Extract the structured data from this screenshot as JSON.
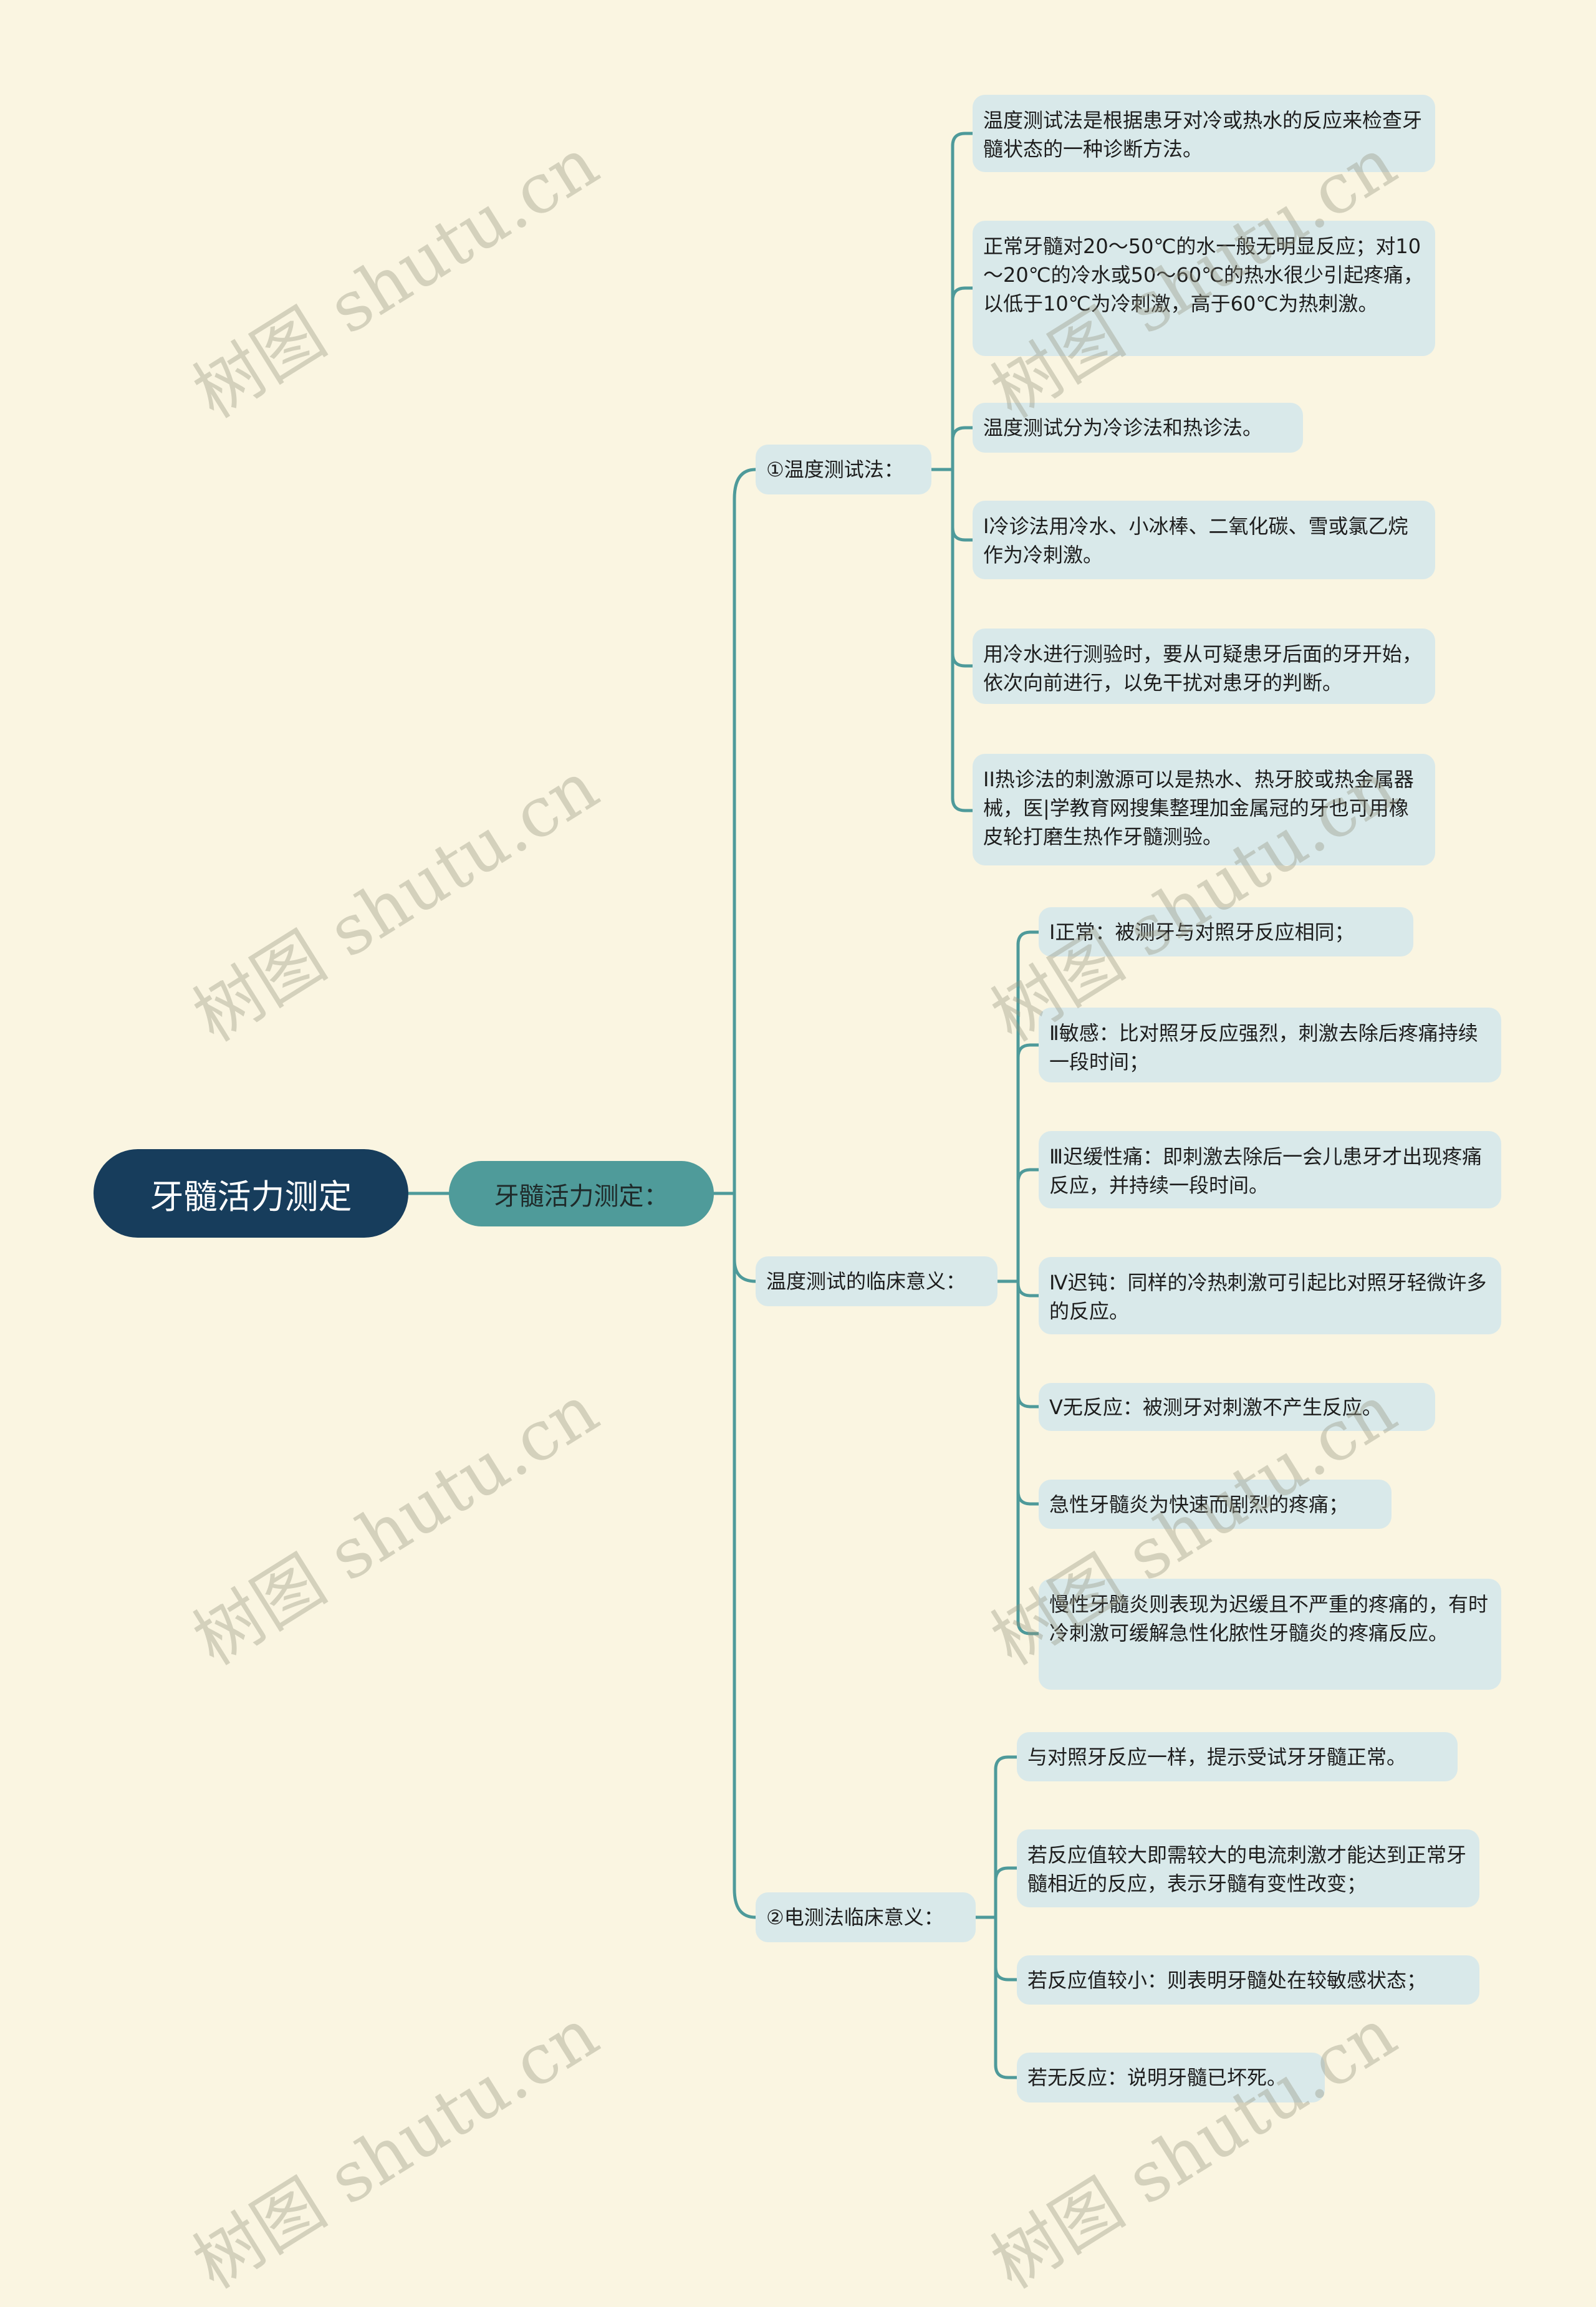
{
  "root": {
    "label": "牙髓活力测定"
  },
  "level1": {
    "label": "牙髓活力测定："
  },
  "sections": [
    {
      "label": "①温度测试法：",
      "items": [
        "温度测试法是根据患牙对冷或热水的反应来检查牙髓状态的一种诊断方法。",
        "正常牙髓对20～50℃的水一般无明显反应；对10～20℃的冷水或50～60℃的热水很少引起疼痛，以低于10℃为冷刺激，高于60℃为热刺激。",
        "温度测试分为冷诊法和热诊法。",
        "I冷诊法用冷水、小冰棒、二氧化碳、雪或氯乙烷作为冷刺激。",
        "用冷水进行测验时，要从可疑患牙后面的牙开始，依次向前进行，以免干扰对患牙的判断。",
        "II热诊法的刺激源可以是热水、热牙胶或热金属器械，医|学教育网搜集整理加金属冠的牙也可用橡皮轮打磨生热作牙髓测验。"
      ]
    },
    {
      "label": "温度测试的临床意义：",
      "items": [
        "Ⅰ正常：被测牙与对照牙反应相同；",
        "Ⅱ敏感：比对照牙反应强烈，刺激去除后疼痛持续一段时间；",
        "Ⅲ迟缓性痛：即刺激去除后一会儿患牙才出现疼痛反应，并持续一段时间。",
        "Ⅳ迟钝：同样的冷热刺激可引起比对照牙轻微许多的反应。",
        "Ⅴ无反应：被测牙对刺激不产生反应。",
        "急性牙髓炎为快速而剧烈的疼痛；",
        "慢性牙髓炎则表现为迟缓且不严重的疼痛的，有时冷刺激可缓解急性化脓性牙髓炎的疼痛反应。"
      ]
    },
    {
      "label": "②电测法临床意义：",
      "items": [
        "与对照牙反应一样，提示受试牙牙髓正常。",
        "若反应值较大即需较大的电流刺激才能达到正常牙髓相近的反应，表示牙髓有变性改变；",
        "若反应值较小：则表明牙髓处在较敏感状态；",
        "若无反应：说明牙髓已坏死。"
      ]
    }
  ],
  "watermark": {
    "text": "树图 shutu.cn"
  },
  "colors": {
    "background": "#faf5e1",
    "root_fill": "#173d5c",
    "level1_fill": "#4f9b9a",
    "node_fill": "#d9e9ea",
    "connector": "#4e9a9a"
  }
}
